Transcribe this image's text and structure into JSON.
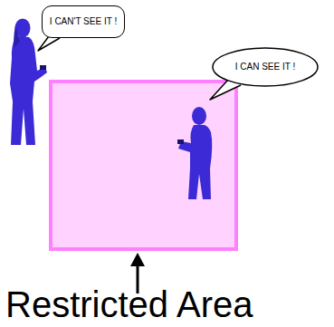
{
  "diagram": {
    "nodes": [
      {
        "text": [
          "I CAN'T SEE IT !"
        ]
      },
      {
        "text": [
          "I CAN SEE IT !"
        ]
      }
    ],
    "labels": [
      "Restricted Area"
    ]
  }
}
